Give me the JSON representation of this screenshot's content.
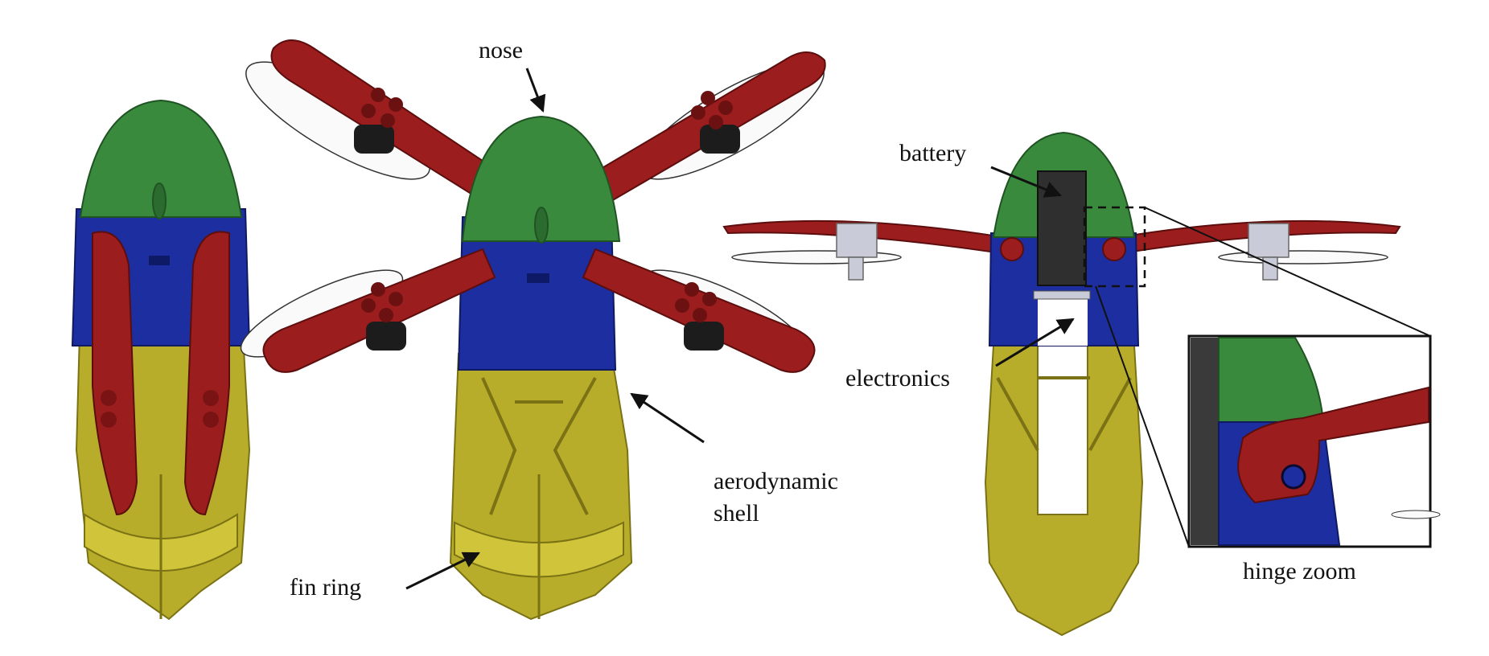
{
  "labels": {
    "nose": "nose",
    "aerodynamic_shell_line1": "aerodynamic",
    "aerodynamic_shell_line2": "shell",
    "fin_ring": "fin ring",
    "battery": "battery",
    "electronics": "electronics",
    "hinge_zoom": "hinge zoom"
  },
  "colors": {
    "nose": "#3a8a3e",
    "body_blue": "#1c2ea0",
    "lower_shell": "#b7ad2a",
    "propeller": "#9c1d1d",
    "motor": "#1c1c1c",
    "battery": "#2f2f2f",
    "arrow": "#111111"
  }
}
